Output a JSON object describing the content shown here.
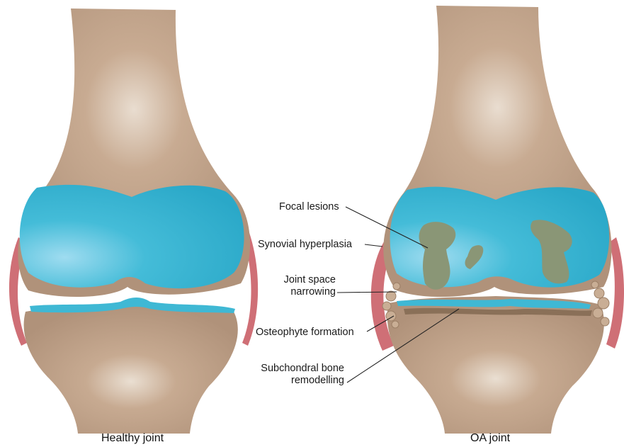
{
  "labels": {
    "focal_lesions": "Focal lesions",
    "synovial_hyperplasia": "Synovial hyperplasia",
    "joint_space_line1": "Joint space",
    "joint_space_line2": "narrowing",
    "osteophyte_formation": "Osteophyte formation",
    "subchondral_line1": "Subchondral bone",
    "subchondral_line2": "remodelling"
  },
  "captions": {
    "healthy": "Healthy joint",
    "oa": "OA joint"
  },
  "colors": {
    "bone": "#b89a80",
    "bone_shadow": "#a88b71",
    "cartilage": "#3fb8d4",
    "cartilage_light": "#8fd6e8",
    "synovium": "#cf6f76",
    "lesion": "#8a9676",
    "remodel": "#8a7058"
  }
}
